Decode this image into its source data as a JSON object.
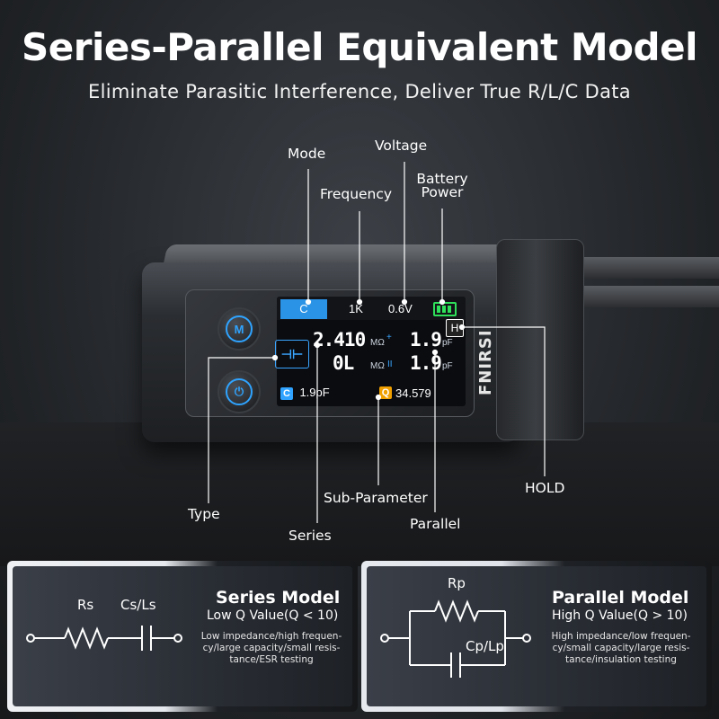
{
  "header": {
    "title": "Series-Parallel Equivalent Model",
    "subtitle": "Eliminate Parasitic Interference, Deliver True R/L/C Data"
  },
  "callouts": {
    "mode": "Mode",
    "voltage": "Voltage",
    "frequency": "Frequency",
    "battery_line1": "Battery",
    "battery_line2": "Power",
    "type": "Type",
    "series": "Series",
    "sub_parameter": "Sub-Parameter",
    "parallel": "Parallel",
    "hold": "HOLD"
  },
  "device": {
    "brand": "FNIRSI",
    "screen": {
      "mode": "C",
      "frequency": "1K",
      "voltage": "0.6V",
      "primary_series_value": "2.410",
      "primary_series_unit": "MΩ",
      "primary_series_sign": "+",
      "secondary_series_value": "0L",
      "secondary_series_unit": "MΩ",
      "secondary_series_sign": "II",
      "primary_parallel_value": "1.9",
      "primary_parallel_unit": "pF",
      "secondary_parallel_value": "1.9",
      "secondary_parallel_unit": "pF",
      "bottom_left_badge": "C",
      "bottom_left_value": "1.9pF",
      "bottom_right_badge": "Q",
      "bottom_right_value": "34.579",
      "hold_badge": "H",
      "type_symbol": "⊣⊢"
    }
  },
  "panels": {
    "series": {
      "title": "Series  Model",
      "q_text": "Low Q  Value(Q < 10)",
      "desc_line1": "Low impedance/high frequen-",
      "desc_line2": "cy/large capacity/small resis-",
      "desc_line3": "tance/ESR testing",
      "label_r": "Rs",
      "label_c": "Cs/Ls"
    },
    "parallel": {
      "title": "Parallel Model",
      "q_text": "High Q Value(Q > 10)",
      "desc_line1": "High impedance/low frequen-",
      "desc_line2": "cy/small capacity/large resis-",
      "desc_line3": "tance/insulation testing",
      "label_r": "Rp",
      "label_c": "Cp/Lp"
    }
  },
  "colors": {
    "accent_blue": "#2fa3ff",
    "mode_tab": "#2a93e6",
    "battery_green": "#2ee05a",
    "q_badge_orange": "#f0a000"
  }
}
